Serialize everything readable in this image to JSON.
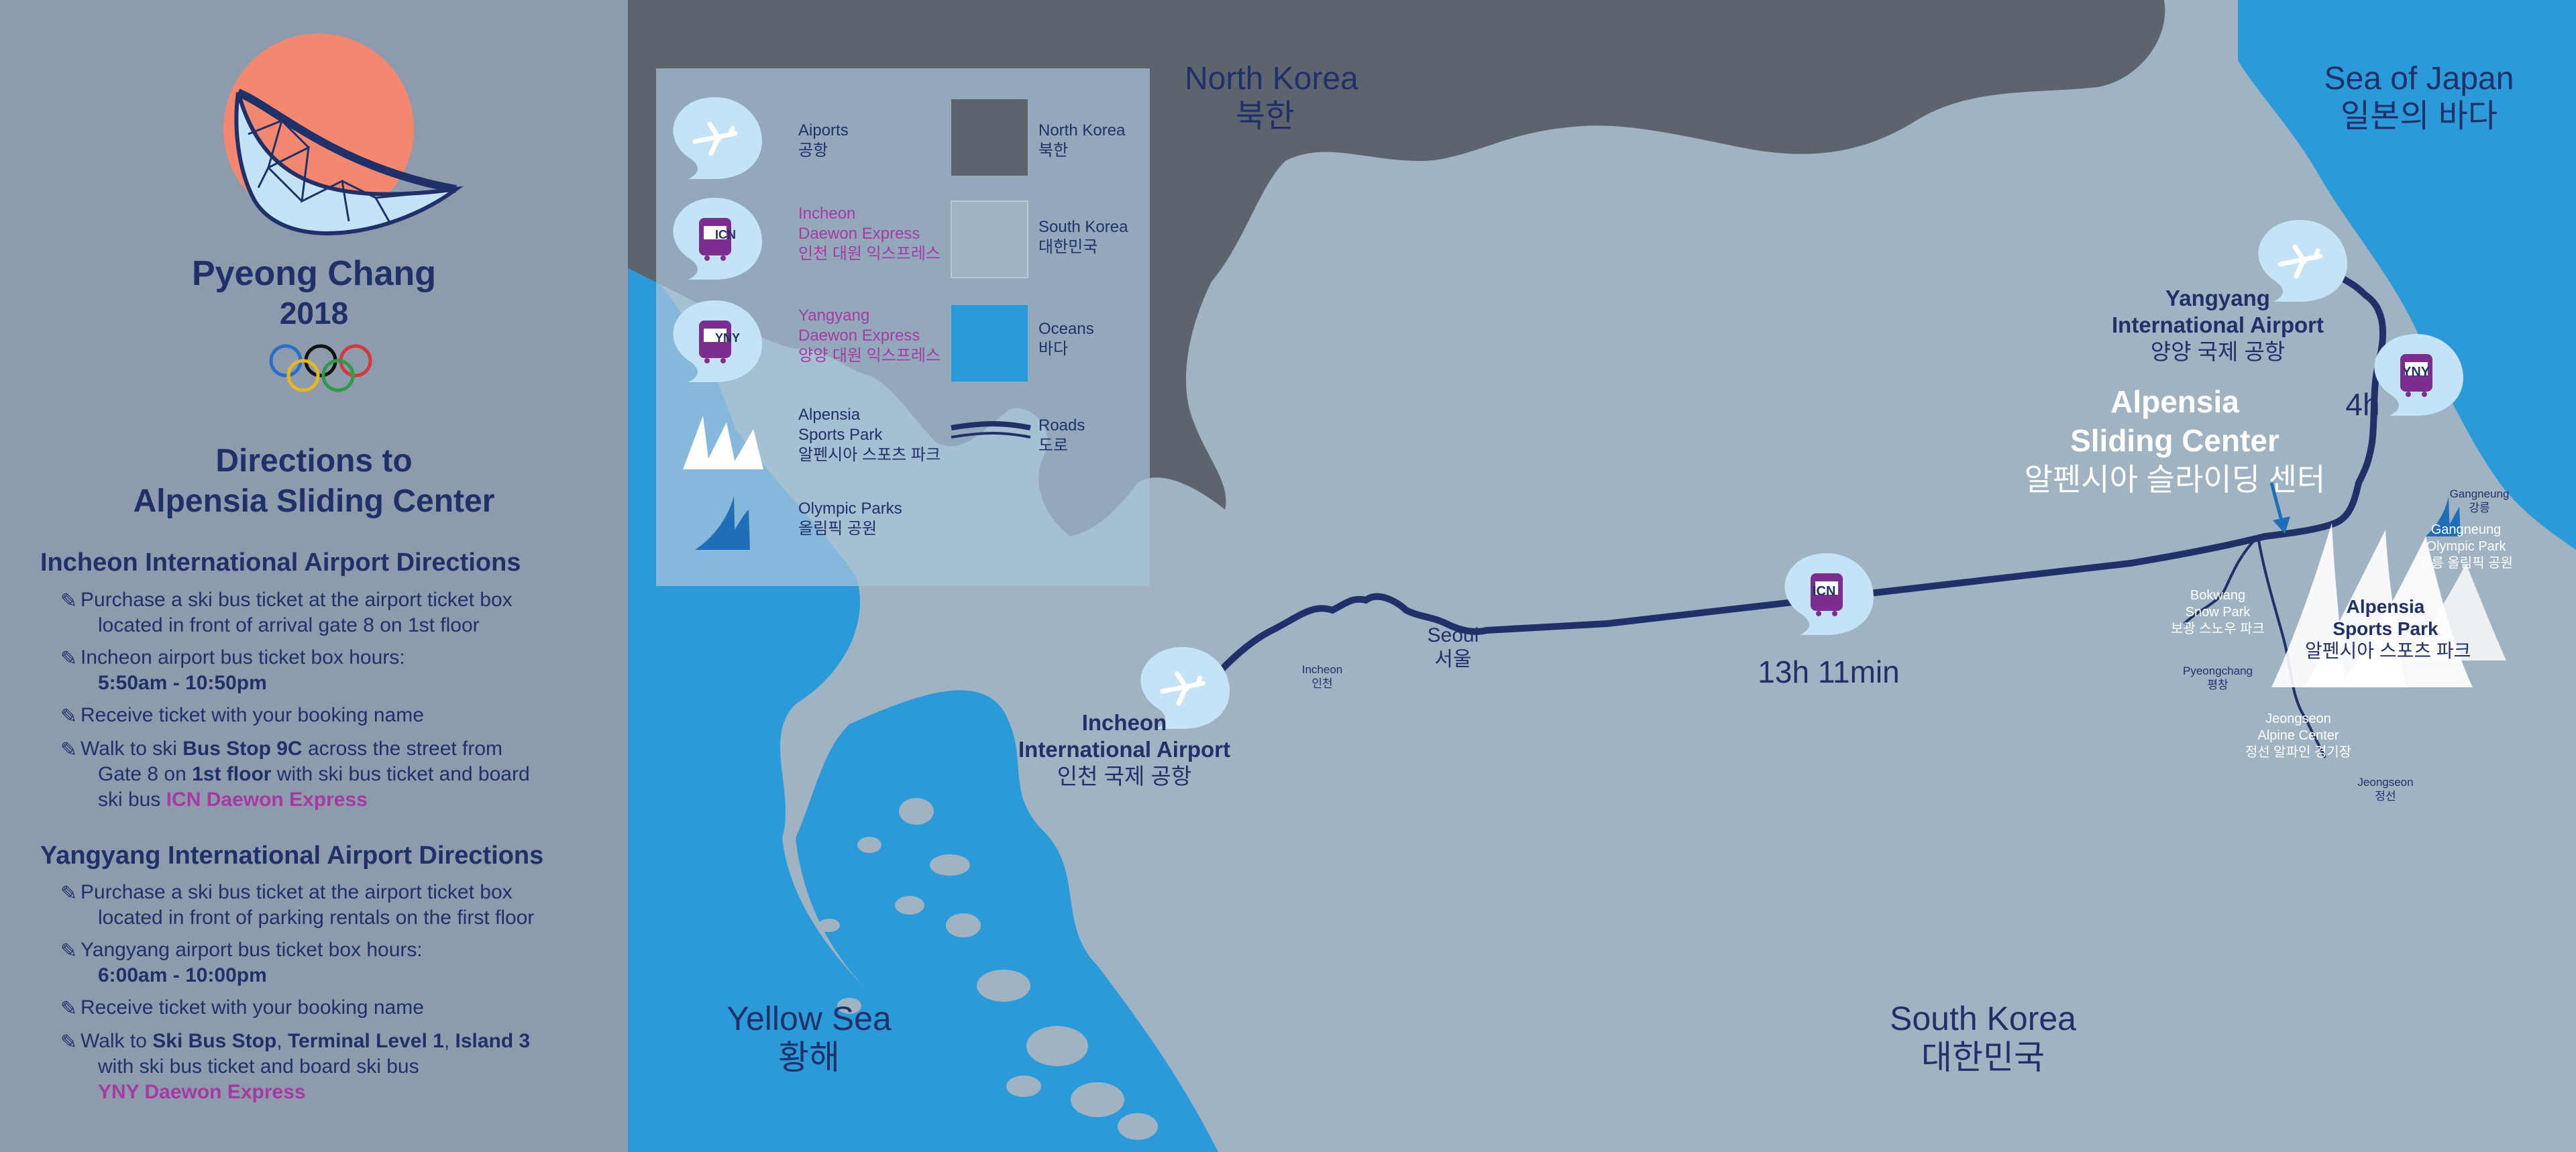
{
  "brand": {
    "line1": "Pyeong Chang",
    "line2": "2018"
  },
  "sidebar": {
    "title_line1": "Directions to",
    "title_line2": "Alpensia Sliding Center",
    "incheon": {
      "heading": "Incheon International Airport Directions",
      "s1_l1": "Purchase a ski bus ticket at the airport ticket box",
      "s1_l2": "located in front of arrival gate 8 on 1st floor",
      "s2_l1": "Incheon airport bus ticket box hours:",
      "s2_l2": "5:50am - 10:50pm",
      "s3": "Receive ticket with your booking name",
      "s4_a": "Walk to ski ",
      "s4_b": "Bus Stop 9C",
      "s4_c": " across the street from",
      "s4_d": "Gate 8 on ",
      "s4_e": "1st floor",
      "s4_f": " with ski bus ticket and board",
      "s4_g": "ski bus ",
      "s4_h": "ICN Daewon Express"
    },
    "yangyang": {
      "heading": "Yangyang International Airport Directions",
      "s1_l1": "Purchase a ski bus ticket at the airport ticket box",
      "s1_l2": "located in front of parking rentals on the first floor",
      "s2_l1": "Yangyang airport bus ticket box hours:",
      "s2_l2": "6:00am - 10:00pm",
      "s3": "Receive ticket with your booking name",
      "s4_a": "Walk to ",
      "s4_b": "Ski Bus Stop",
      "s4_c": ", ",
      "s4_d": "Terminal Level 1",
      "s4_e": ", ",
      "s4_f": "Island 3",
      "s4_g": "with ski bus ticket and board ski bus",
      "s4_h": "YNY Daewon Express"
    }
  },
  "legend": {
    "airports": {
      "en": "Aiports",
      "ko": "공항"
    },
    "icn": {
      "en1": "Incheon",
      "en2": "Daewon Express",
      "ko": "인천 대원 익스프레스",
      "badge": "ICN"
    },
    "yny": {
      "en1": "Yangyang",
      "en2": "Daewon Express",
      "ko": "양양 대원 익스프레스",
      "badge": "YNY"
    },
    "alpensia": {
      "en1": "Alpensia",
      "en2": "Sports Park",
      "ko": "알펜시아 스포츠 파크"
    },
    "olympic": {
      "en": "Olympic Parks",
      "ko": "올림픽 공원"
    },
    "nk": {
      "en": "North Korea",
      "ko": "북한"
    },
    "sk": {
      "en": "South Korea",
      "ko": "대한민국"
    },
    "oceans": {
      "en": "Oceans",
      "ko": "바다"
    },
    "roads": {
      "en": "Roads",
      "ko": "도로"
    }
  },
  "map": {
    "north_korea": {
      "en": "North Korea",
      "ko": "북한"
    },
    "sea_of_japan": {
      "en": "Sea of Japan",
      "ko": "일본의 바다"
    },
    "yellow_sea": {
      "en": "Yellow Sea",
      "ko": "황해"
    },
    "south_korea": {
      "en": "South Korea",
      "ko": "대한민국"
    },
    "seoul": {
      "en": "Seoul",
      "ko": "서울"
    },
    "incheon_city": {
      "en": "Incheon",
      "ko": "인천"
    },
    "icn_airport": {
      "en1": "Incheon",
      "en2": "International Airport",
      "ko": "인천 국제 공항"
    },
    "yny_airport": {
      "en1": "Yangyang",
      "en2": "International Airport",
      "ko": "양양 국제 공항"
    },
    "sliding": {
      "en1": "Alpensia",
      "en2": "Sliding Center",
      "ko": "알펜시아 슬라이딩 센터"
    },
    "sports_park": {
      "en1": "Alpensia",
      "en2": "Sports Park",
      "ko": "알펜시아 스포츠 파크"
    },
    "gangneung": {
      "en": "Gangneung",
      "ko": "강릉"
    },
    "gangneung_park": {
      "en1": "Gangneung",
      "en2": "Olympic Park",
      "ko": "강릉 올림픽 공원"
    },
    "bokwang": {
      "en1": "Bokwang",
      "en2": "Snow Park",
      "ko": "보광 스노우 파크"
    },
    "pyeongchang": {
      "en": "Pyeongchang",
      "ko": "평창"
    },
    "jeongseon_center": {
      "en1": "Jeongseon",
      "en2": "Alpine Center",
      "ko": "정선 알파인 경기장"
    },
    "jeongseon": {
      "en": "Jeongseon",
      "ko": "정선"
    },
    "time_icn": "13h 11min",
    "time_yny": "4h",
    "badge_icn": "ICN",
    "badge_yny": "YNY"
  },
  "colors": {
    "sidebar": "#8d9bac",
    "land_south": "#9fb3c3",
    "land_north": "#5d646e",
    "ocean": "#2b9ad9",
    "navy": "#1f3168",
    "accent_pink": "#a53aa3",
    "logo_coral": "#f4876f",
    "icon_light": "#c5e3f6"
  }
}
